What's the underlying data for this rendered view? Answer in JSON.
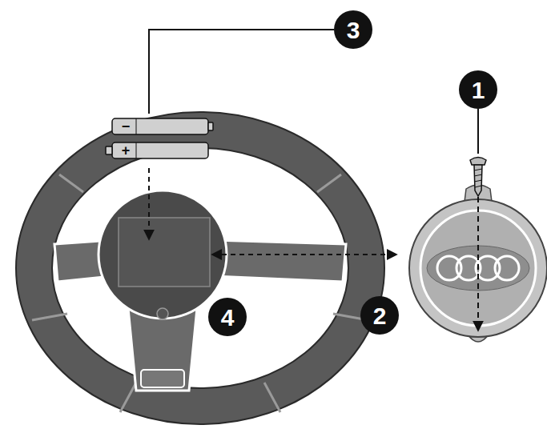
{
  "diagram": {
    "labels": [
      "3",
      "1",
      "2",
      "4",
      "−",
      "+"
    ]
  }
}
